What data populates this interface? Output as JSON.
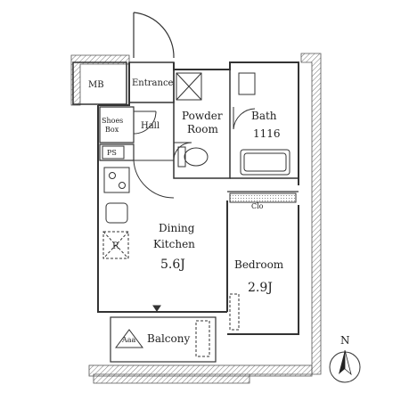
{
  "rooms": {
    "mb": "MB",
    "entrance": "Entrance",
    "shoes_box_line1": "Shoes",
    "shoes_box_line2": "Box",
    "hall": "Hall",
    "powder_room_line1": "Powder",
    "powder_room_line2": "Room",
    "bath_line1": "Bath",
    "bath_line2": "1116",
    "ps": "PS",
    "closet": "Clo",
    "dining_kitchen_line1": "Dining",
    "dining_kitchen_line2": "Kitchen",
    "dining_kitchen_size": "5.6J",
    "bedroom": "Bedroom",
    "bedroom_size": "2.9J",
    "refrigerator": "R",
    "balcony": "Balcony",
    "air_conditioner": "Aaa"
  },
  "compass": {
    "north_label": "N"
  }
}
